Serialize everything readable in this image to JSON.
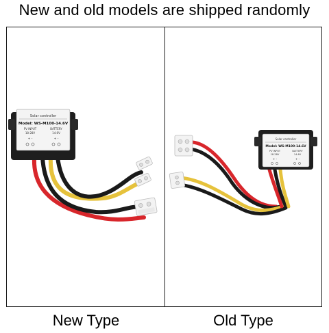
{
  "headline": "New and old models are shipped randomly",
  "new_type": {
    "caption": "New Type",
    "device_label": {
      "line1": "Solar controller",
      "line2": "Model: WS-M100-14.6V",
      "col1_head": "PV INPUT",
      "col1_sub": "18-28V",
      "col2_head": "BATTERY",
      "col2_sub": "14.6V",
      "col1_pol": "+  -",
      "col2_pol": "+  -"
    }
  },
  "old_type": {
    "caption": "Old Type",
    "device_label": {
      "line1": "Solar controller",
      "line2": "Model: WS-M100-14.6V",
      "col1_head": "PV INPUT",
      "col1_sub": "18-28V",
      "col2_head": "BATTERY",
      "col2_sub": "14.6V",
      "col1_pol": "+  -",
      "col2_pol": "+  -"
    }
  },
  "colors": {
    "device_body": "#1e1e1e",
    "label_bg": "#f4f4f4",
    "wire_red": "#d8262b",
    "wire_black": "#1a1a1a",
    "wire_yellow": "#e6c23c",
    "connector": "#f3f3f3",
    "frame": "#1a1a1a"
  }
}
